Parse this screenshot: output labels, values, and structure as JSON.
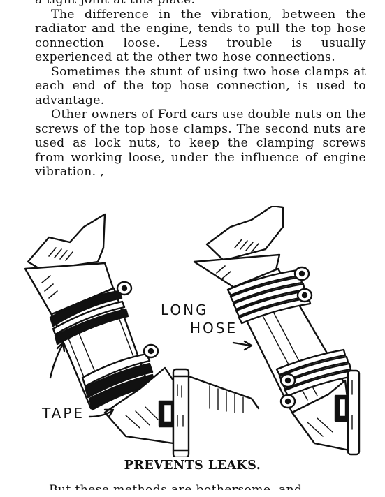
{
  "paragraphs": [
    "a tight joint at this place.",
    "The difference in the vibration, between the radiator and the engine, tends to pull the top hose connection loose. Less trouble is usually experienced at the other two hose connections.",
    "Sometimes the stunt of using two hose clamps at each end of the top hose connection, is used to advantage.",
    "Other owners of Ford cars use double nuts on the screws of the top hose clamps. The second nuts are used as lock nuts, to keep the clamping screws from working loose, under the influence of engine vibration. ,"
  ],
  "figure": {
    "labels": {
      "long": "LONG",
      "hose": "HOSE",
      "tape": "TAPE"
    }
  },
  "caption": "PREVENTS LEAKS.",
  "bottom_line": "But these methods are bothersome, and"
}
